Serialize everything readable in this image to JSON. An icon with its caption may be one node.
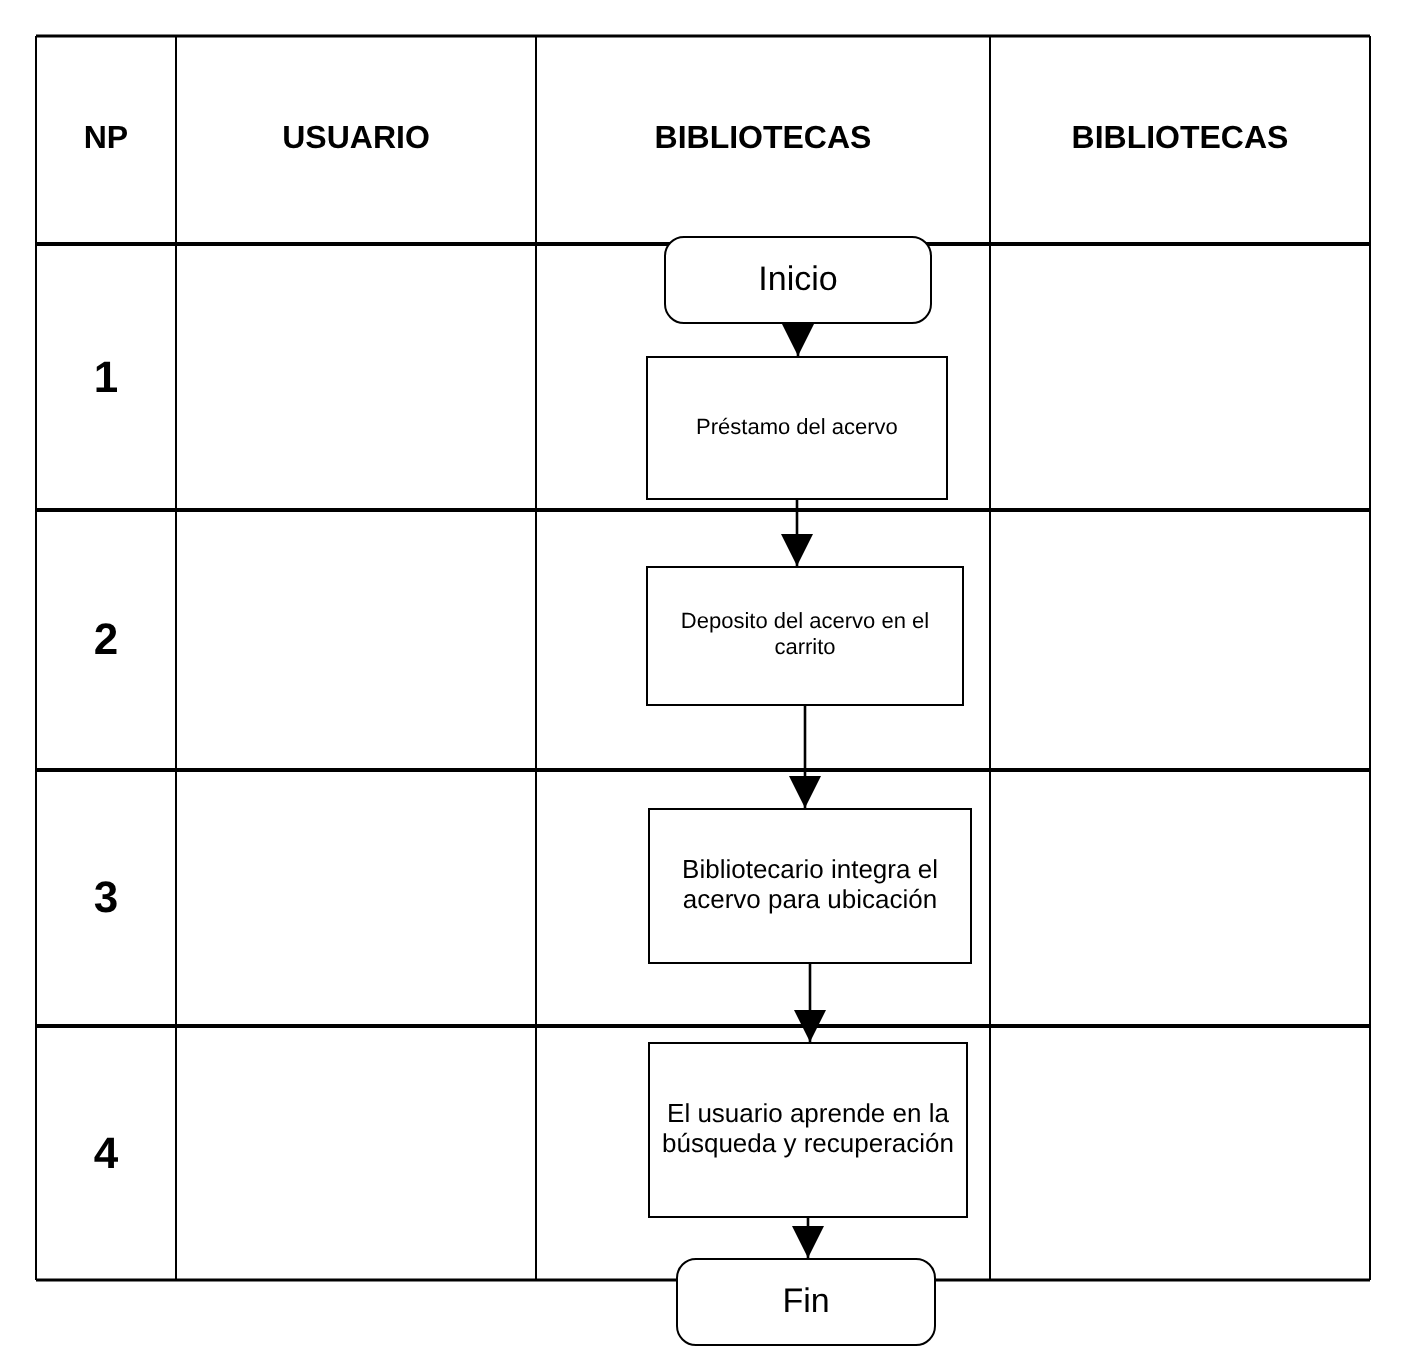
{
  "diagram": {
    "nodes": [
      {
        "text": [
          "Inicio"
        ]
      },
      {
        "text": [
          "Préstamo del acervo"
        ]
      },
      {
        "text": [
          "Deposito del acervo en el carrito"
        ]
      },
      {
        "text": [
          "Bibliotecario integra el acervo para ubicación"
        ]
      },
      {
        "text": [
          "El usuario aprende en la búsqueda y recuperación"
        ]
      },
      {
        "text": [
          "Fin"
        ]
      }
    ],
    "edges": [
      {
        "from": 0,
        "to": 1,
        "arrow": "to"
      },
      {
        "from": 1,
        "to": 2,
        "arrow": "to"
      },
      {
        "from": 2,
        "to": 3,
        "arrow": "to"
      },
      {
        "from": 3,
        "to": 4,
        "arrow": "to"
      },
      {
        "from": 4,
        "to": 5,
        "arrow": "to"
      }
    ],
    "labels": [
      "NP",
      "USUARIO",
      "BIBLIOTECAS",
      "BIBLIOTECAS",
      "1",
      "2",
      "3",
      "4"
    ]
  }
}
